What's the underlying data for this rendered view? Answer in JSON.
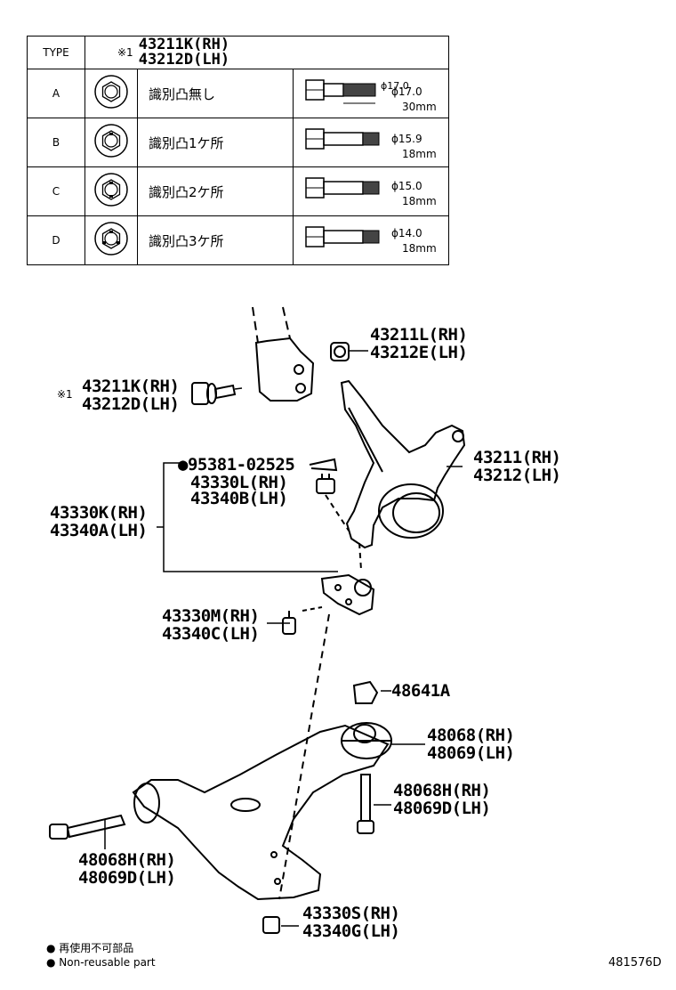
{
  "type_table": {
    "header_type": "TYPE",
    "header_mark": "※1",
    "header_part_rh": "43211K(RH)",
    "header_part_lh": "43212D(LH)",
    "rows": [
      {
        "type": "A",
        "desc": "識別凸無し",
        "dia": "ϕ17.0",
        "len": "30mm"
      },
      {
        "type": "B",
        "desc": "識別凸1ケ所",
        "dia": "ϕ15.9",
        "len": "18mm"
      },
      {
        "type": "C",
        "desc": "識別凸2ケ所",
        "dia": "ϕ15.0",
        "len": "18mm"
      },
      {
        "type": "D",
        "desc": "識別凸3ケ所",
        "dia": "ϕ14.0",
        "len": "18mm"
      }
    ]
  },
  "labels": {
    "p43211L": "43211L(RH)",
    "p43212E": "43212E(LH)",
    "mark1": "※1",
    "p43211K": "43211K(RH)",
    "p43212D": "43212D(LH)",
    "p95381": "●95381-02525",
    "p43330L": "43330L(RH)",
    "p43340B": "43340B(LH)",
    "p43211": "43211(RH)",
    "p43212": "43212(LH)",
    "p43330K": "43330K(RH)",
    "p43340A": "43340A(LH)",
    "p43330M": "43330M(RH)",
    "p43340C": "43340C(LH)",
    "p48641A": "48641A",
    "p48068": "48068(RH)",
    "p48069": "48069(LH)",
    "p48068H_r": "48068H(RH)",
    "p48069D_r": "48069D(LH)",
    "p48068H_l": "48068H(RH)",
    "p48069D_l": "48069D(LH)",
    "p43330S": "43330S(RH)",
    "p43340G": "43340G(LH)"
  },
  "notes": {
    "jp": "● 再使用不可部品",
    "en": "● Non-reusable part"
  },
  "diagram_id": "481576D"
}
